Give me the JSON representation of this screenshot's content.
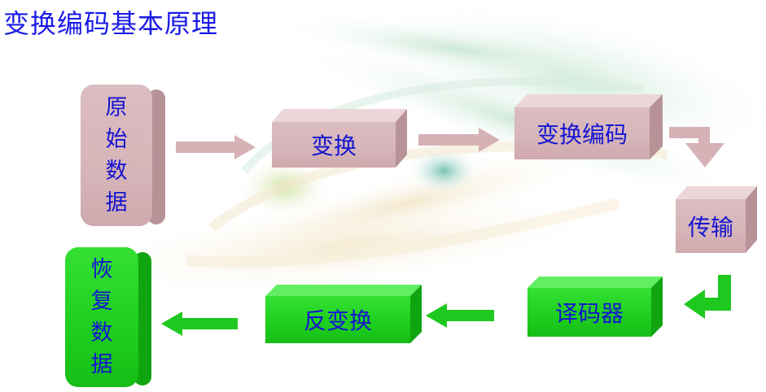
{
  "title": "变换编码基本原理",
  "nodes": {
    "original": {
      "chars": [
        "原",
        "始",
        "数",
        "据"
      ]
    },
    "transform": {
      "label": "变换"
    },
    "transform_encode": {
      "label": "变换编码"
    },
    "transmit": {
      "label": "传输"
    },
    "decoder": {
      "label": "译码器"
    },
    "inverse_transform": {
      "label": "反变换"
    },
    "recovered": {
      "chars": [
        "恢",
        "复",
        "数",
        "据"
      ]
    }
  },
  "colors": {
    "title": "#1a1ae6",
    "text": "#1414d2",
    "pink_box": "#d7b6ba",
    "green_box": "#1fd01f",
    "pink_arrow": "#d6b2b6",
    "green_arrow": "#1ec81e"
  }
}
